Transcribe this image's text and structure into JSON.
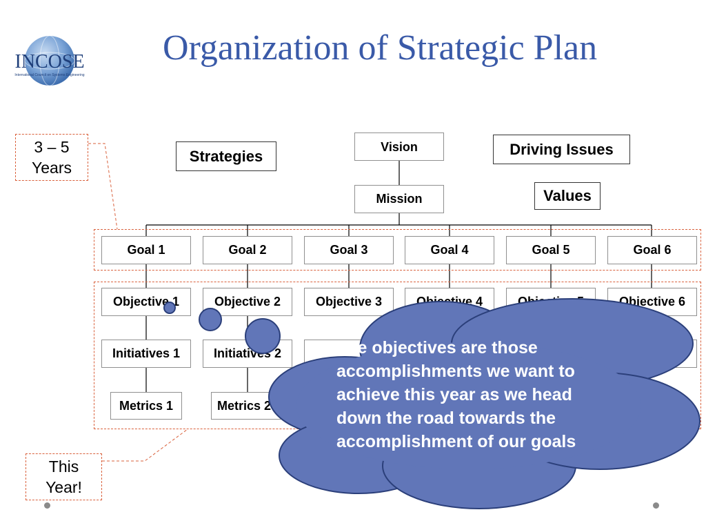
{
  "title": "Organization of Strategic Plan",
  "logo": {
    "name": "INCOSE",
    "tagline": "International Council on Systems Engineering"
  },
  "notes": {
    "years_top": "3 – 5",
    "years_bottom": "Years",
    "this": "This",
    "year": "Year!"
  },
  "labels": {
    "strategies": "Strategies",
    "vision": "Vision",
    "mission": "Mission",
    "driving_issues": "Driving Issues",
    "values": "Values"
  },
  "goals": [
    "Goal 1",
    "Goal 2",
    "Goal 3",
    "Goal 4",
    "Goal 5",
    "Goal 6"
  ],
  "objectives": [
    "Objective 1",
    "Objective 2",
    "Objective 3",
    "Objective 4",
    "Objective 5",
    "Objective 6"
  ],
  "initiatives": [
    "Initiatives 1",
    "Initiatives 2"
  ],
  "metrics": [
    "Metrics 1",
    "Metrics 2"
  ],
  "callout": "The objectives are those accomplishments we want to achieve this year as we head down the road towards the accomplishment of our goals",
  "colors": {
    "title": "#3a5aa8",
    "cloud_fill": "#6176b8",
    "cloud_stroke": "#2b3f7a",
    "dashed": "#d9603b"
  }
}
